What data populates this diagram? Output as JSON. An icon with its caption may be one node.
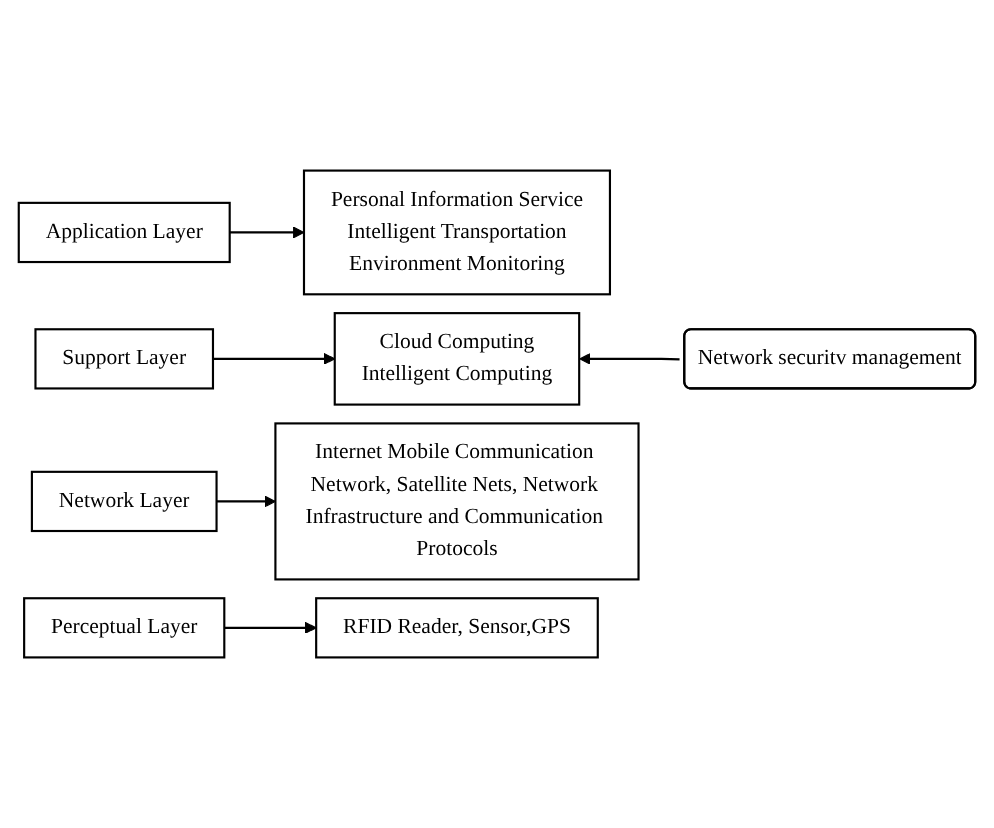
{
  "diagram": {
    "nodes": [
      {
        "text": [
          "Application Layer"
        ]
      },
      {
        "text": [
          "Personal Information Service",
          "Intelligent Transportation",
          "Environment Monitoring"
        ]
      },
      {
        "text": [
          "Support Layer"
        ]
      },
      {
        "text": [
          "Cloud Computing",
          "Intelligent Computing"
        ]
      },
      {
        "text": [
          "Network Layer"
        ]
      },
      {
        "text": [
          "Internet Mobile Communication Network, Satellite Nets, Network Infrastructure and Communication Protocols"
        ]
      },
      {
        "text": [
          "Perceptual Layer"
        ]
      },
      {
        "text": [
          "RFID Reader, Sensor,GPS"
        ]
      },
      {
        "text": [
          "Network securitv management"
        ]
      }
    ],
    "edges": [
      {
        "from": 0,
        "to": 1,
        "arrow": "to"
      },
      {
        "from": 2,
        "to": 3,
        "arrow": "to"
      },
      {
        "from": 4,
        "to": 5,
        "arrow": "to"
      },
      {
        "from": 6,
        "to": 7,
        "arrow": "to"
      },
      {
        "from": 8,
        "to": 3,
        "arrow": "to"
      }
    ]
  }
}
